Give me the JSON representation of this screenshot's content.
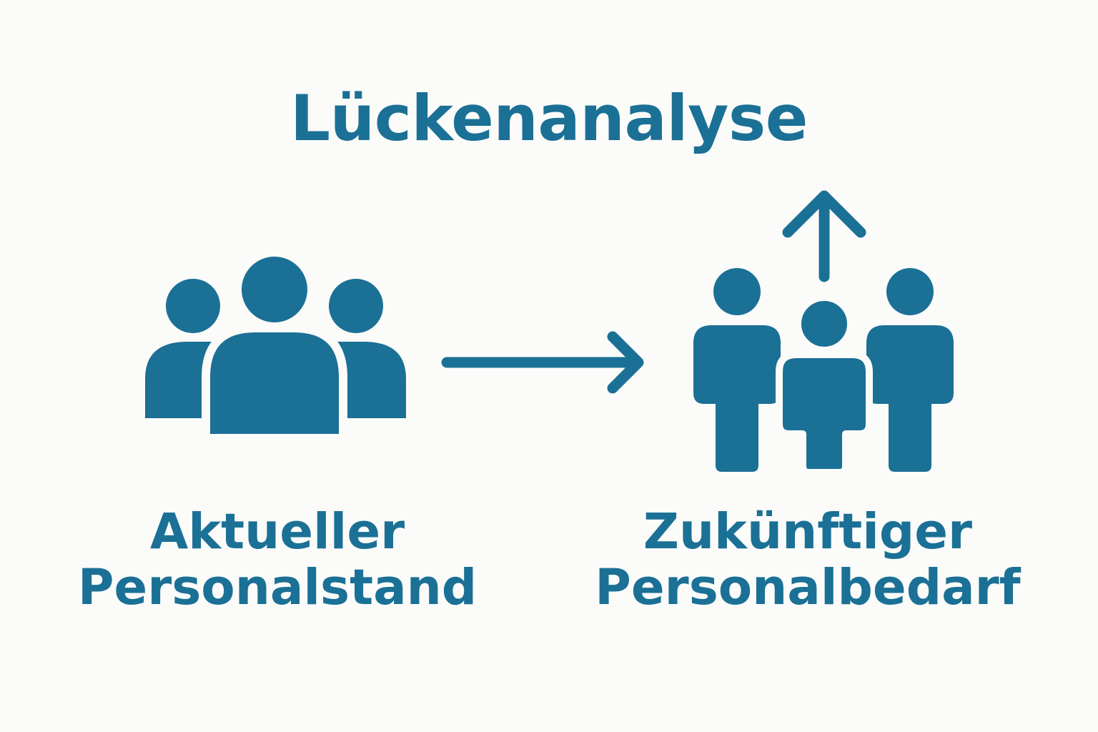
{
  "title": "Lückenanalyse",
  "left": {
    "label_line1": "Aktueller",
    "label_line2": "Personalstand",
    "icon": "group-of-people-icon"
  },
  "right": {
    "label_line1": "Zukünftiger",
    "label_line2": "Personalbedarf",
    "icon": "standing-people-icon"
  },
  "connector_icon": "arrow-right-icon",
  "growth_icon": "arrow-up-icon",
  "colors": {
    "accent": "#1b7096",
    "background": "#fbfbf9"
  }
}
